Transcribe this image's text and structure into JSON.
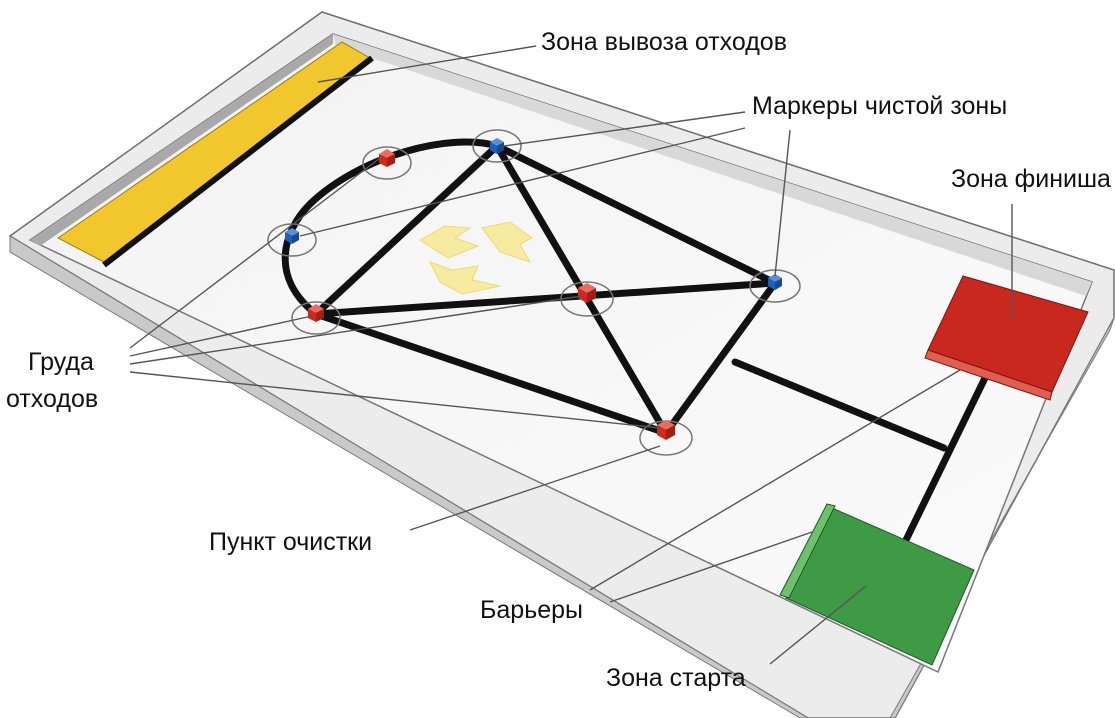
{
  "labels": {
    "waste_zone": "Зона вывоза отходов",
    "clean_markers": "Маркеры чистой зоны",
    "finish_zone": "Зона финиша",
    "waste_pile_line1": "Груда",
    "waste_pile_line2": "отходов",
    "cleaning_point": "Пункт очистки",
    "barriers": "Барьеры",
    "start_zone": "Зона старта"
  },
  "colors": {
    "waste_zone": "#f2c72e",
    "finish_zone": "#c8281e",
    "start_zone": "#3f9a46",
    "clean_marker": "#1f5fb8",
    "waste_pile": "#d0281c",
    "track_line": "#111111",
    "recycle_symbol": "#f6eb9c"
  }
}
